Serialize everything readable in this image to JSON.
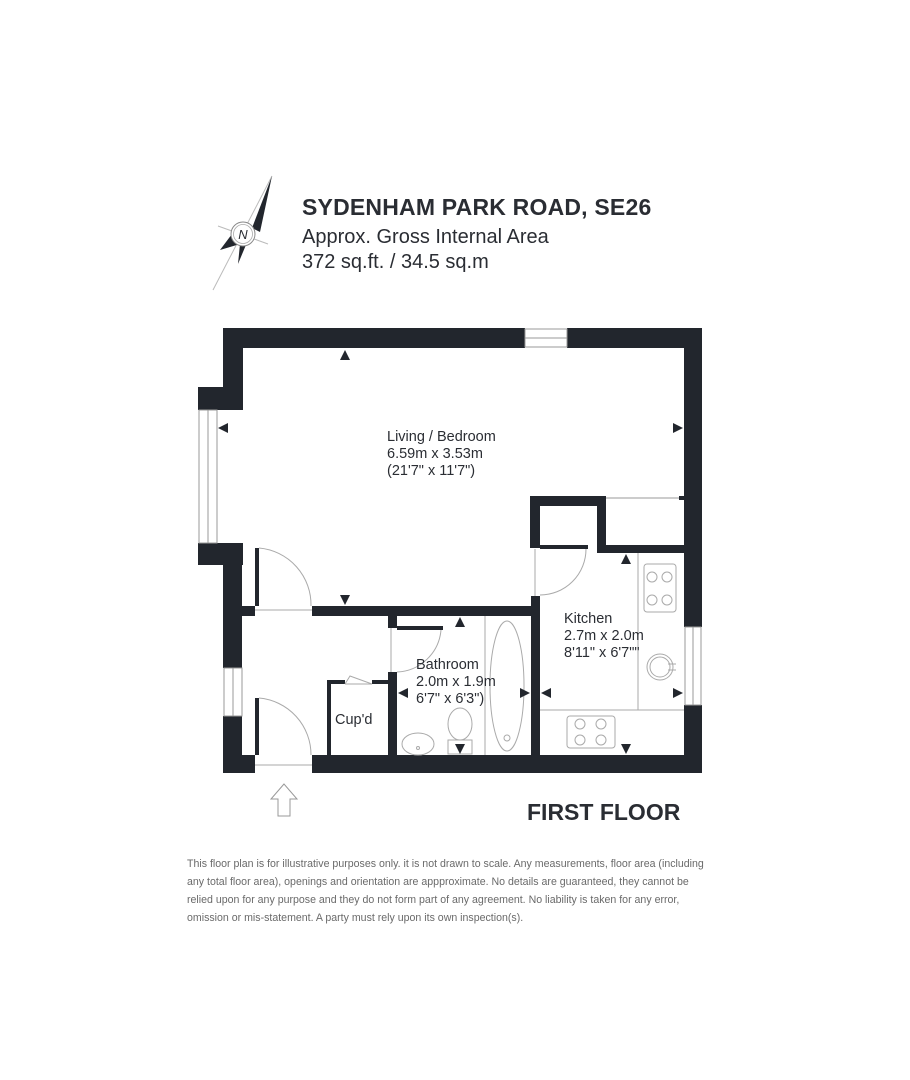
{
  "header": {
    "title": "SYDENHAM PARK ROAD, SE26",
    "subtitle": "Approx. Gross Internal Area",
    "area": "372 sq.ft. / 34.5 sq.m",
    "compass_letter": "N",
    "compass_icon": "north-compass-icon"
  },
  "rooms": [
    {
      "name": "Living / Bedroom",
      "metric": "6.59m x 3.53m",
      "imperial": "(21'7\" x 11'7\")"
    },
    {
      "name": "Kitchen",
      "metric": "2.7m x 2.0m",
      "imperial": "8'11\" x 6'7\"\""
    },
    {
      "name": "Bathroom",
      "metric": "2.0m x 1.9m",
      "imperial": "6'7\" x 6'3\")"
    },
    {
      "name": "Cup'd"
    }
  ],
  "floor": {
    "label": "FIRST FLOOR",
    "entrance_icon": "entrance-arrow-icon"
  },
  "colors": {
    "wall": "#22262d",
    "fixture_line": "#aaaaaa",
    "text": "#2a2d33",
    "disclaimer": "#6a6a6a"
  },
  "disclaimer": "This floor plan is for illustrative purposes only. it is not drawn to scale. Any measurements, floor area (including any total floor area), openings and orientation are appproximate. No details are guaranteed, they cannot be relied upon for any purpose and they do not form part of any agreement. No liability is taken for any error, omission or mis-statement. A party must rely upon its own inspection(s)."
}
